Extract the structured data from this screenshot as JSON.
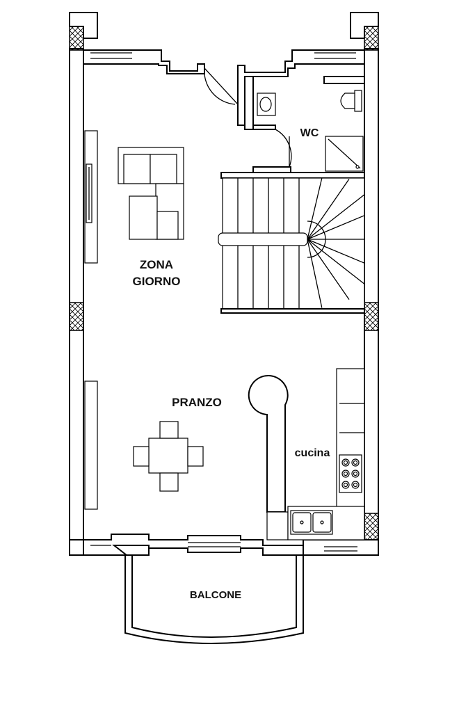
{
  "plan": {
    "rooms": {
      "living_line1": "ZONA",
      "living_line2": "GIORNO",
      "wc": "WC",
      "dining": "PRANZO",
      "kitchen": "cucina",
      "balcony": "BALCONE"
    },
    "colors": {
      "line": "#000000",
      "background": "#ffffff"
    }
  }
}
